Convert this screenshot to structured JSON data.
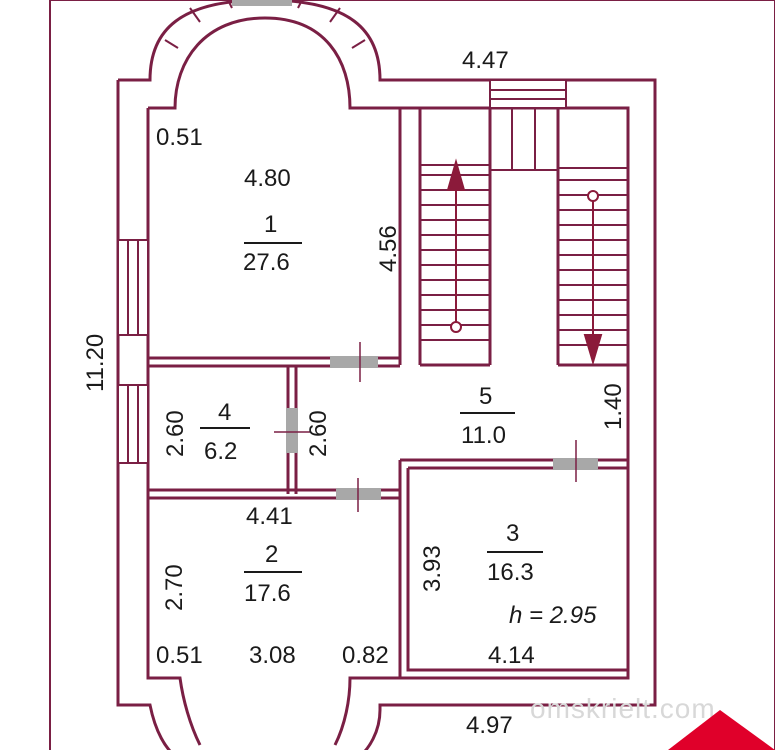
{
  "colors": {
    "wall": "#7a1f44",
    "stair_arrow": "#8b1a3a",
    "door": "#a8a8a8",
    "watermark": "#d8d8d8",
    "badge": "#e0002a"
  },
  "dimensions": {
    "top_width": "4.47",
    "bottom_width": "4.97",
    "left_height": "11.20",
    "room1_top_corner": "0.51",
    "room1_width": "4.80",
    "room1_height": "4.56",
    "room4_height": "2.60",
    "corridor_height": "2.60",
    "corridor_right": "1.40",
    "room2_top_width": "4.41",
    "room2_height": "2.70",
    "room2_left": "0.51",
    "room2_mid": "3.08",
    "room2_right": "0.82",
    "room3_height": "3.93",
    "room3_width": "4.14"
  },
  "rooms": [
    {
      "number": "1",
      "area": "27.6"
    },
    {
      "number": "4",
      "area": "6.2"
    },
    {
      "number": "5",
      "area": "11.0"
    },
    {
      "number": "2",
      "area": "17.6"
    },
    {
      "number": "3",
      "area": "16.3"
    }
  ],
  "ceiling_height": "h = 2.95",
  "watermark": "omskrielt.com"
}
